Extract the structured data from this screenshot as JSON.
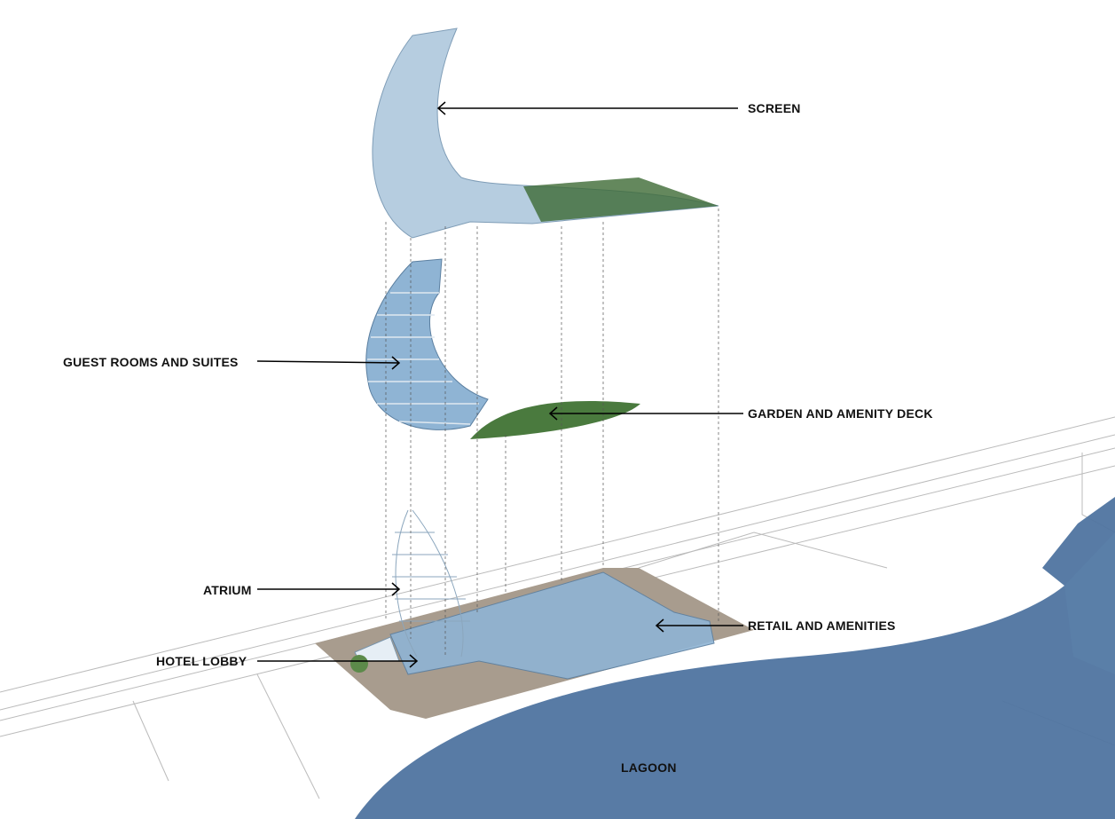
{
  "labels": {
    "screen": "SCREEN",
    "guest_rooms": "GUEST ROOMS AND SUITES",
    "garden_deck": "GARDEN AND AMENITY DECK",
    "atrium": "ATRIUM",
    "hotel_lobby": "HOTEL LOBBY",
    "retail": "RETAIL AND AMENITIES",
    "lagoon": "LAGOON"
  },
  "colors": {
    "water": "#4f74a0",
    "glass": "#8fb4d4",
    "garden": "#4a7a3e",
    "plaza": "#a89c8e"
  }
}
